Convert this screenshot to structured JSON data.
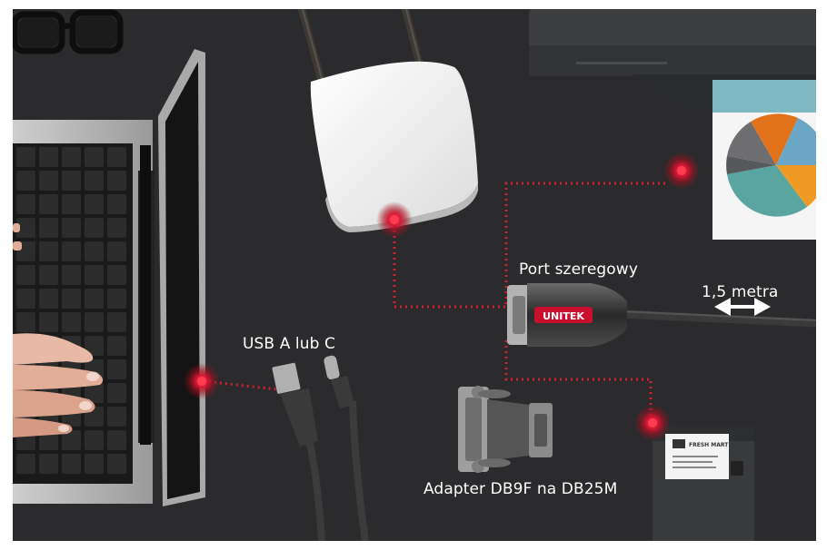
{
  "labels": {
    "serial_port": "Port szeregowy",
    "cable_length": "1,5 metra",
    "usb": "USB A lub C",
    "adapter": "Adapter DB9F na DB25M"
  },
  "brand": {
    "converter_logo": "UNITEK",
    "receipt_logo": "FRESH MART"
  },
  "colors": {
    "background": "#2b2b2d",
    "accent": "#c8102e",
    "dotted_line": "#d0202e"
  },
  "icons": [
    "glasses",
    "laptop",
    "wifi-router",
    "printer",
    "pie-chart",
    "usb-a-plug",
    "usb-c-plug",
    "db9-db25-adapter",
    "receipt-printer",
    "double-arrow"
  ]
}
